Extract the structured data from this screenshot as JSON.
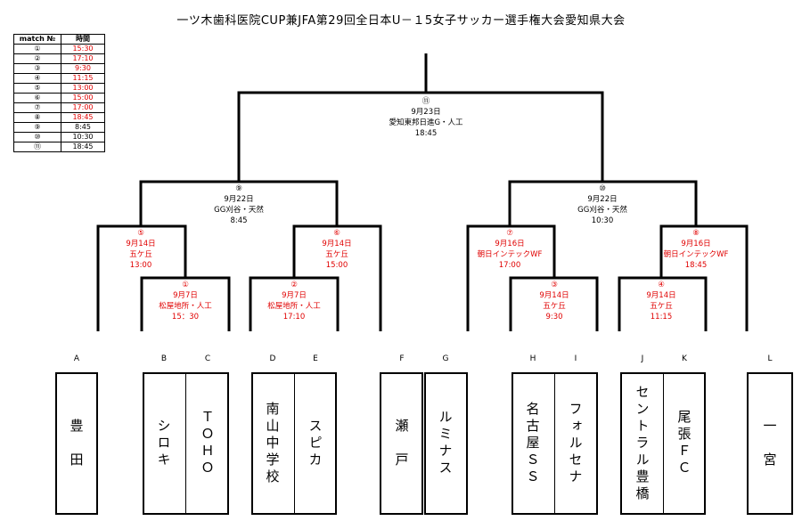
{
  "title": "一ツ木歯科医院CUP兼JFA第29回全日本U－１5女子サッカー選手権大会愛知県大会",
  "schedule": {
    "headers": [
      "match №",
      "時間"
    ],
    "rows": [
      {
        "no": "①",
        "time": "15:30",
        "red": true
      },
      {
        "no": "②",
        "time": "17:10",
        "red": true
      },
      {
        "no": "③",
        "time": "9:30",
        "red": true
      },
      {
        "no": "④",
        "time": "11:15",
        "red": true
      },
      {
        "no": "⑤",
        "time": "13:00",
        "red": true
      },
      {
        "no": "⑥",
        "time": "15:00",
        "red": true
      },
      {
        "no": "⑦",
        "time": "17:00",
        "red": true
      },
      {
        "no": "⑧",
        "time": "18:45",
        "red": true
      },
      {
        "no": "⑨",
        "time": "8:45",
        "red": false
      },
      {
        "no": "⑩",
        "time": "10:30",
        "red": false
      },
      {
        "no": "⑪",
        "time": "18:45",
        "red": false
      }
    ]
  },
  "teams": [
    {
      "letter": "A",
      "name": "豊　田"
    },
    {
      "letter": "B",
      "name": "シロキ"
    },
    {
      "letter": "C",
      "name": "ＴＯＨＯ"
    },
    {
      "letter": "D",
      "name": "南山中学校"
    },
    {
      "letter": "E",
      "name": "スピカ"
    },
    {
      "letter": "F",
      "name": "瀬　戸"
    },
    {
      "letter": "G",
      "name": "ルミナス"
    },
    {
      "letter": "H",
      "name": "名古屋ＳＳ"
    },
    {
      "letter": "I",
      "name": "フォルセナ"
    },
    {
      "letter": "J",
      "name": "セントラル豊橋"
    },
    {
      "letter": "K",
      "name": "尾張ＦＣ"
    },
    {
      "letter": "L",
      "name": "一　宮"
    }
  ],
  "matches": [
    {
      "no": "①",
      "date": "9月7日",
      "venue": "松屋地所・人工",
      "time": "15：30",
      "red": true
    },
    {
      "no": "②",
      "date": "9月7日",
      "venue": "松屋地所・人工",
      "time": "17:10",
      "red": true
    },
    {
      "no": "③",
      "date": "9月14日",
      "venue": "五ケ丘",
      "time": "9:30",
      "red": true
    },
    {
      "no": "④",
      "date": "9月14日",
      "venue": "五ケ丘",
      "time": "11:15",
      "red": true
    },
    {
      "no": "⑤",
      "date": "9月14日",
      "venue": "五ケ丘",
      "time": "13:00",
      "red": true
    },
    {
      "no": "⑥",
      "date": "9月14日",
      "venue": "五ケ丘",
      "time": "15:00",
      "red": true
    },
    {
      "no": "⑦",
      "date": "9月16日",
      "venue": "朝日インテックWF",
      "time": "17:00",
      "red": true
    },
    {
      "no": "⑧",
      "date": "9月16日",
      "venue": "朝日インテックWF",
      "time": "18:45",
      "red": true
    },
    {
      "no": "⑨",
      "date": "9月22日",
      "venue": "GG刈谷・天然",
      "time": "8:45",
      "red": false
    },
    {
      "no": "⑩",
      "date": "9月22日",
      "venue": "GG刈谷・天然",
      "time": "10:30",
      "red": false
    },
    {
      "no": "⑪",
      "date": "9月23日",
      "venue": "愛知東邦日進G・人工",
      "time": "18:45",
      "red": false
    }
  ]
}
